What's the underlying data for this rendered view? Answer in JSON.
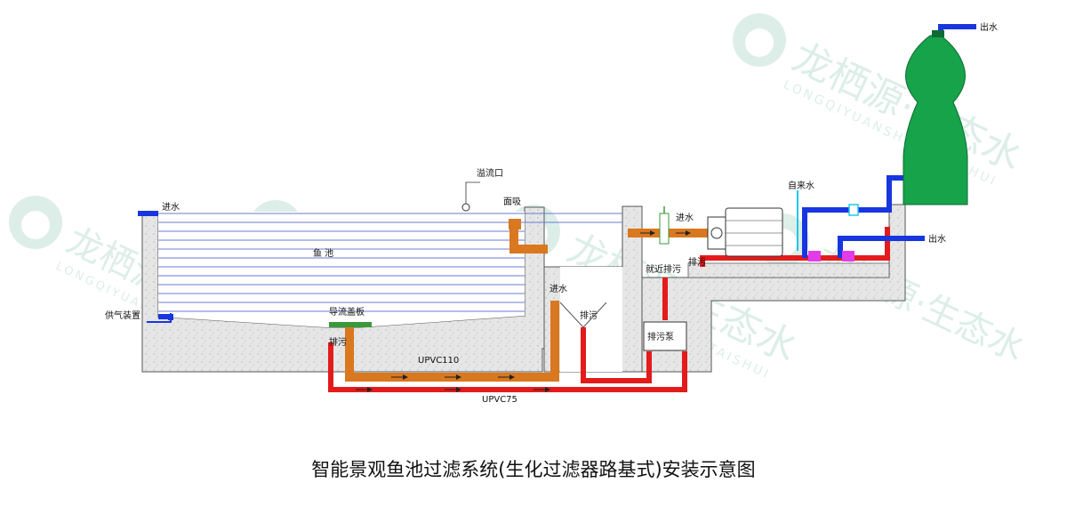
{
  "colors": {
    "supply_pipe": "#d9781f",
    "drain_pipe": "#e31b1b",
    "clean_water_pipe": "#1836e0",
    "tap_water_pipe": "#22c7ea",
    "filter_tank": "#16a34a",
    "valve": "#e23be8",
    "water_lines": "#6b7bd6",
    "concrete": "#e6e6e6",
    "watermark": "#2e9a6e"
  },
  "watermark": {
    "brand": "龙栖源·生态水",
    "brand_short": "龙栖源",
    "latin": "LONGQIYUANSHENGTAISHUI",
    "latin_short": "LONGQIYUAN"
  },
  "labels": {
    "inlet_left": "进水",
    "fish_pond": "鱼 池",
    "overflow_port": "溢流口",
    "surface_suction": "面吸",
    "inlet_center": "进水",
    "aeration_device": "供气装置",
    "diversion_cover": "导流盖板",
    "drain_bottom": "排污",
    "pipe_upvc110": "UPVC110",
    "pipe_upvc75": "UPVC75",
    "drain_sump": "排污",
    "nearby_drain": "就近排污",
    "drain_pump": "排污泵",
    "inlet_filter": "进水",
    "drain_filter": "排污",
    "tap_water": "自来水",
    "outlet_side": "出水",
    "outlet_top": "出水"
  },
  "caption": "智能景观鱼池过滤系统(生化过滤器路基式)安装示意图"
}
